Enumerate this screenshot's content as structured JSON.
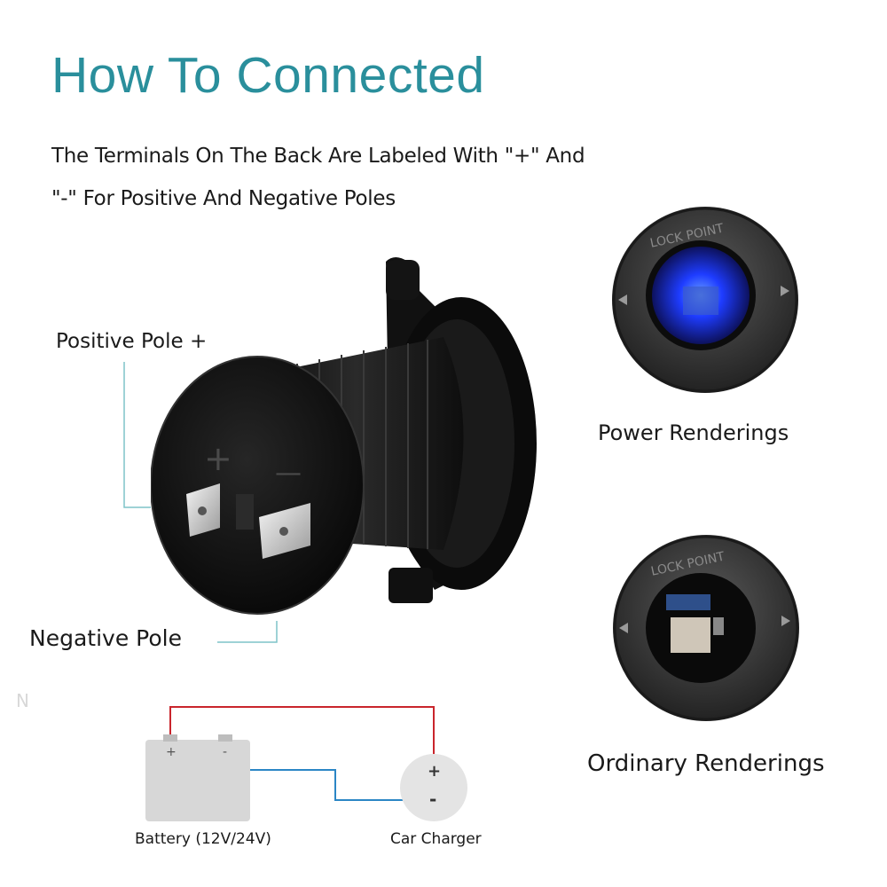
{
  "title": "How To Connected",
  "subtitle": {
    "line1": "The Terminals On The Back Are Labeled With \"+\" And",
    "line2": "\"-\" For Positive And Negative Poles"
  },
  "labels": {
    "positive_pole": "Positive Pole +",
    "negative_pole": "Negative Pole",
    "power_renderings": "Power Renderings",
    "ordinary_renderings": "Ordinary Renderings",
    "battery": "Battery (12V/24V)",
    "car_charger": "Car Charger"
  },
  "socket_marks": {
    "plus": "+",
    "minus": "—",
    "lock_point": "LOCK POINT"
  },
  "diagram_marks": {
    "battery_plus": "+",
    "battery_minus": "-",
    "charger_plus": "+",
    "charger_minus": "-"
  },
  "watermark": "N",
  "colors": {
    "title": "#2a8f9c",
    "leader_line": "#7fc4c8",
    "positive_wire": "#c9252c",
    "negative_wire": "#2b86c5",
    "led_blue": "#1e3cff"
  }
}
